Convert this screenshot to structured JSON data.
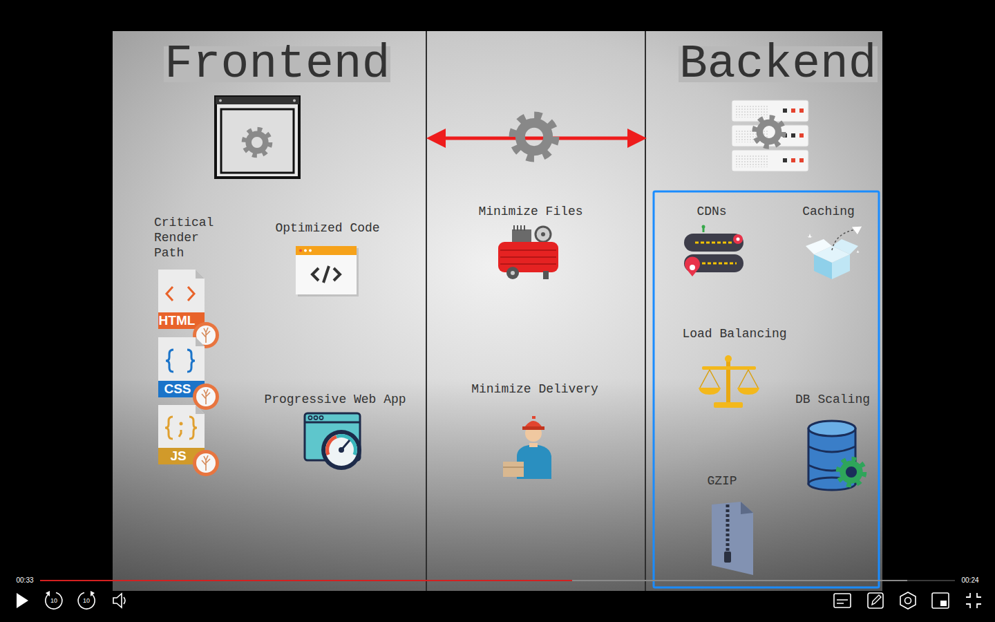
{
  "diagram": {
    "nodes": [
      {
        "text": [
          "Frontend"
        ]
      },
      {
        "text": [
          "Backend"
        ]
      }
    ],
    "edges": [
      {
        "from": 0,
        "to": 1,
        "arrow": "both"
      }
    ],
    "labels": [
      "Critical Render Path",
      "Optimized Code",
      "HTML",
      "CSS",
      "JS",
      "Progressive Web App",
      "Minimize Files",
      "Minimize Delivery",
      "CDNs",
      "Caching",
      "Load Balancing",
      "DB Scaling",
      "GZIP",
      "00:33",
      "00:24",
      "10",
      "10"
    ]
  }
}
